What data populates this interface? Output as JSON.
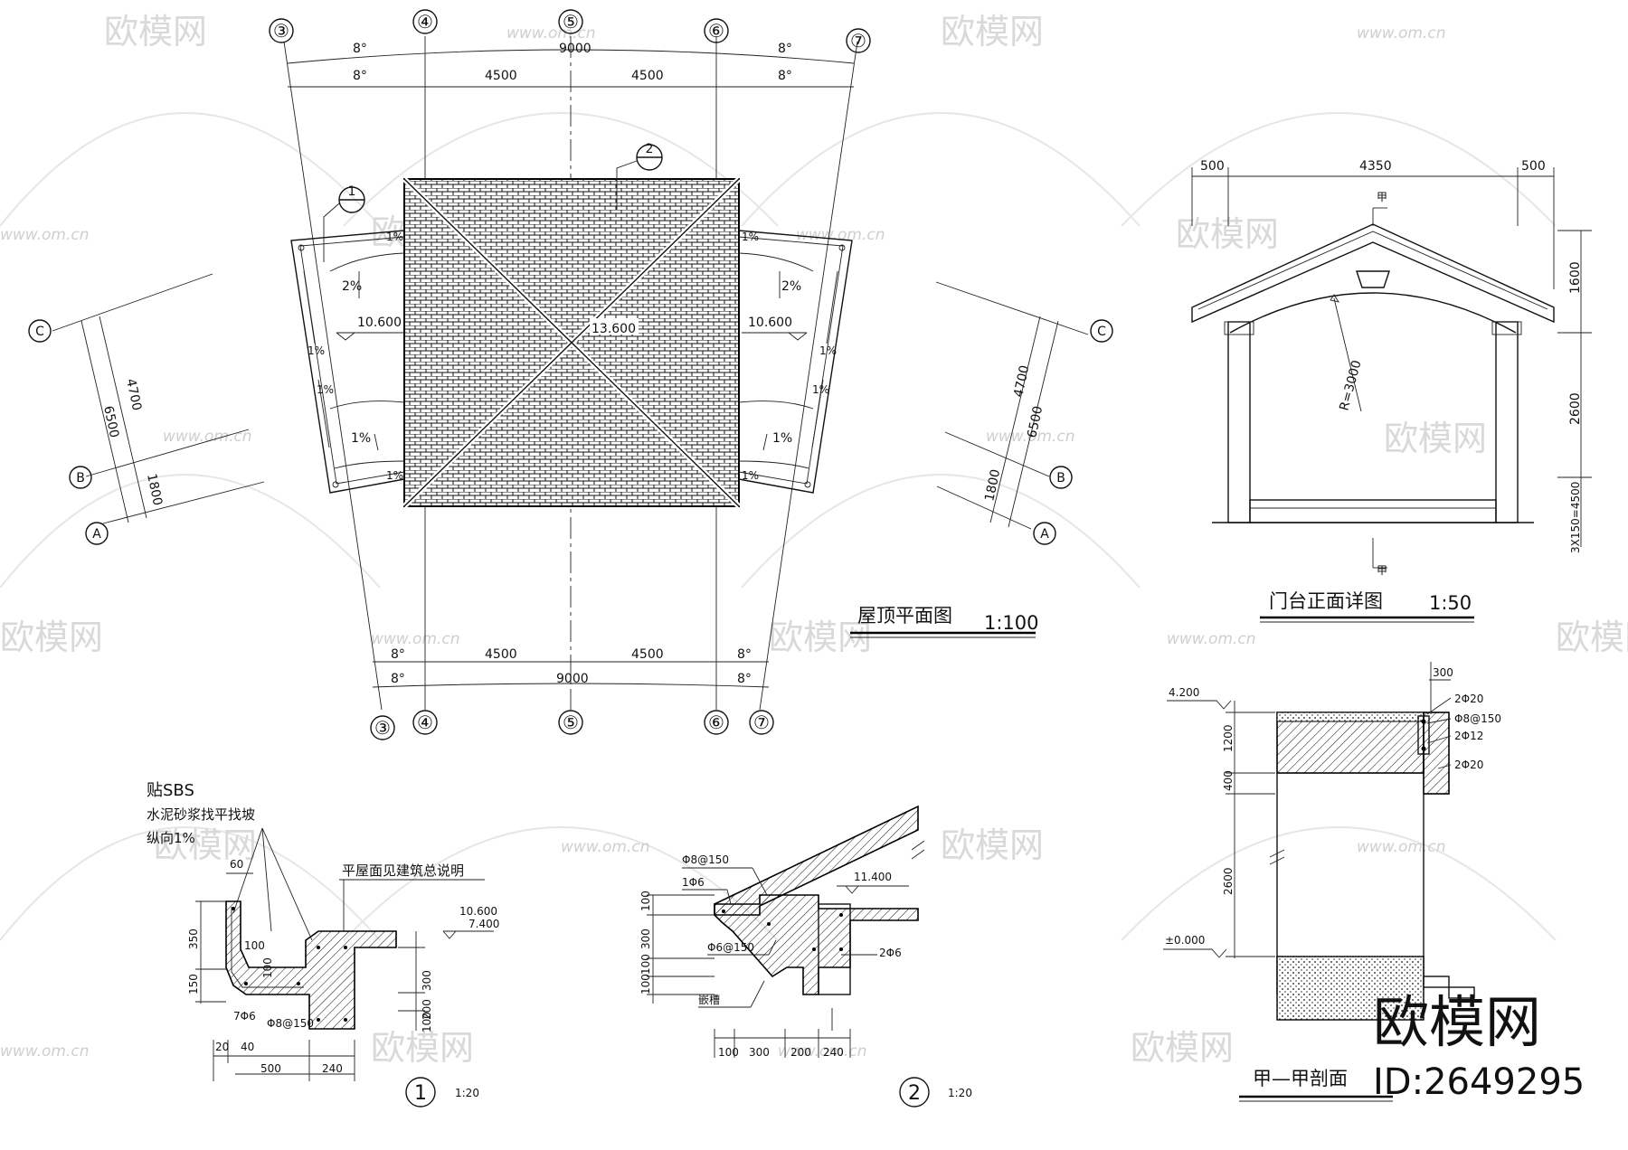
{
  "roof_plan": {
    "title": "屋顶平面图",
    "scale": "1:100",
    "grid_top": [
      "③",
      "④",
      "⑤",
      "⑥",
      "⑦"
    ],
    "grid_bottom": [
      "③",
      "④",
      "⑤",
      "⑥",
      "⑦"
    ],
    "grid_left": [
      "C",
      "B",
      "A"
    ],
    "grid_right": [
      "C",
      "B",
      "A"
    ],
    "callout_1": "1",
    "callout_2": "2",
    "dim_overall": "9000",
    "dim_half_left": "4500",
    "dim_half_right": "4500",
    "dim_angle": "8°",
    "dim_left_outer": "6500",
    "dim_left_upper": "4700",
    "dim_left_lower": "1800",
    "dim_right_outer": "6500",
    "dim_right_upper": "4700",
    "dim_right_lower": "1800",
    "elev_center": "13.600",
    "elev_left": "10.600",
    "elev_right": "10.600",
    "slope_2pct": "2%",
    "slope_1pct": "1%"
  },
  "front_detail": {
    "title": "门台正面详图",
    "scale": "1:50",
    "dim_left": "500",
    "dim_middle": "4350",
    "dim_right": "500",
    "dim_roof": "1600",
    "dim_column": "2600",
    "dim_steps": "3X150=4500",
    "radius": "R=3000",
    "section_mark": "甲"
  },
  "section_jia": {
    "title": "甲—甲剖面",
    "elev_top": "4.200",
    "elev_zero": "±0.000",
    "dim_beam": "300",
    "dim_1200": "1200",
    "dim_400": "400",
    "dim_2600": "2600",
    "rebar_1": "2Φ20",
    "rebar_2": "Φ8@150",
    "rebar_3": "2Φ12",
    "rebar_4": "2Φ20"
  },
  "detail_1": {
    "number": "1",
    "scale": "1:20",
    "note_1": "贴SBS",
    "note_2": "水泥砂浆找平找坡",
    "note_3": "纵向1%",
    "note_4": "平屋面见建筑总说明",
    "elev_1": "10.600",
    "elev_2": "7.400",
    "dims": [
      "60",
      "350",
      "150",
      "100",
      "100",
      "300",
      "200",
      "100"
    ],
    "rebar_a": "7Φ6",
    "rebar_b": "Φ8@150",
    "dim_20": "20",
    "dim_40": "40",
    "dim_500": "500",
    "dim_240": "240"
  },
  "detail_2": {
    "number": "2",
    "scale": "1:20",
    "rebar_a": "Φ8@150",
    "rebar_b": "1Φ6",
    "rebar_c": "Φ6@150",
    "rebar_d": "2Φ6",
    "elev": "11.400",
    "note": "嵌槽",
    "dims_left": [
      "100",
      "300",
      "100",
      "100"
    ],
    "dims_bottom": [
      "100",
      "300",
      "200",
      "240"
    ]
  },
  "watermark": {
    "brand": "欧模网",
    "url": "www.om.cn",
    "id": "ID:2649295"
  }
}
